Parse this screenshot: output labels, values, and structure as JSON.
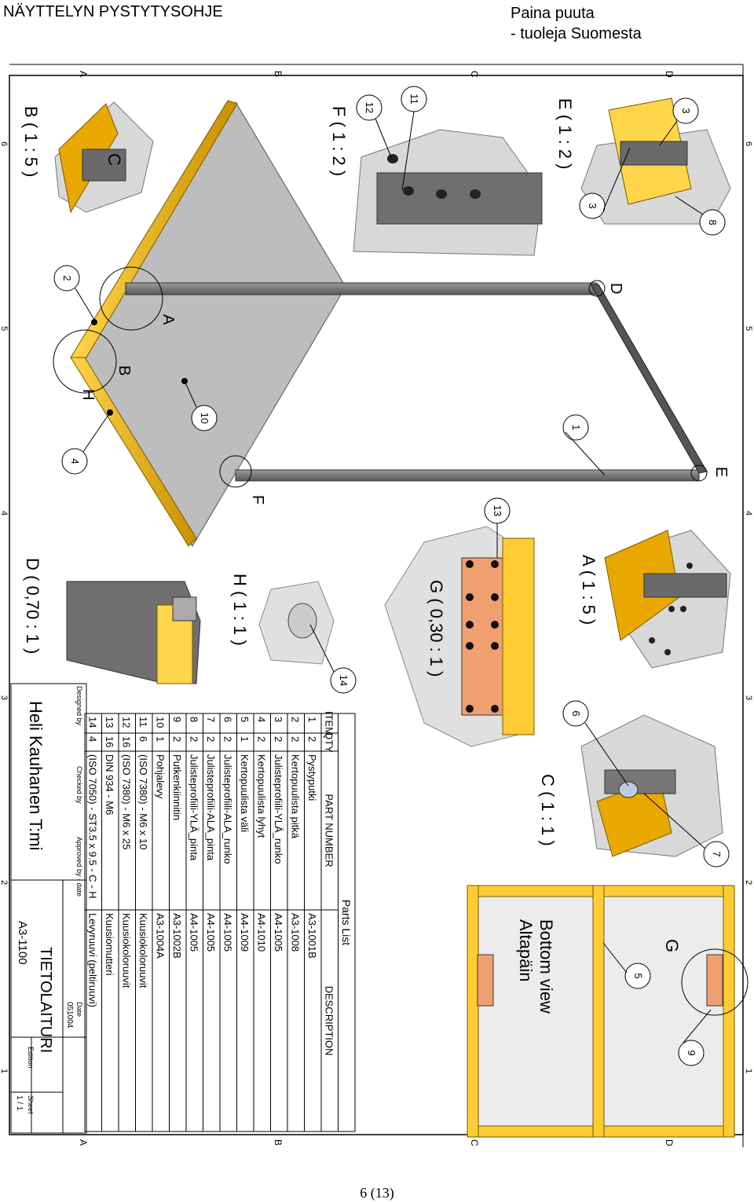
{
  "header": {
    "title": "NÄYTTELYN PYSTYTYSOHJE",
    "company_line1": "Paina puuta",
    "company_line2": "- tuoleja Suomesta"
  },
  "footer": {
    "page": "6 (13)"
  },
  "sheet": {
    "zone_letters": [
      "A",
      "B",
      "C",
      "D"
    ],
    "zone_numbers": [
      "6",
      "5",
      "4",
      "3",
      "2",
      "1"
    ],
    "views": {
      "e": "E ( 1 : 2 )",
      "f": "F ( 1 : 2 )",
      "b": "B ( 1 : 5 )",
      "a": "A ( 1 : 5 )",
      "g": "G ( 0,30 : 1 )",
      "h": "H ( 1 : 1 )",
      "d": "D ( 0,70 : 1 )",
      "c": "C ( 1 : 1 )",
      "bottom_fi": "Altapäin",
      "bottom_en": "Bottom view"
    },
    "markers": {
      "a": "A",
      "b": "B",
      "c": "C",
      "d": "D",
      "e": "E",
      "f": "F",
      "g": "G",
      "h": "H"
    },
    "balloons": {
      "b1": "1",
      "b2": "2",
      "b3a": "3",
      "b3b": "3",
      "b4": "4",
      "b5": "5",
      "b6": "6",
      "b7": "7",
      "b8": "8",
      "b9": "9",
      "b10": "10",
      "b11": "11",
      "b12": "12",
      "b13": "13",
      "b14": "14"
    },
    "parts_list": {
      "title": "Parts List",
      "headers": [
        "ITEM",
        "QTY",
        "PART NUMBER",
        "DESCRIPTION"
      ],
      "rows": [
        [
          "1",
          "2",
          "Pystyputki",
          "A3-1001B"
        ],
        [
          "2",
          "2",
          "Kertopuulista pitkä",
          "A3-1008"
        ],
        [
          "3",
          "2",
          "Julisteprofiili-YLÄ_runko",
          "A4-1005"
        ],
        [
          "4",
          "2",
          "Kertopuulista lyhyt",
          "A4-1010"
        ],
        [
          "5",
          "1",
          "Kertopuulista väli",
          "A4-1009"
        ],
        [
          "6",
          "2",
          "Julisteprofiili-ALA_runko",
          "A4-1005"
        ],
        [
          "7",
          "2",
          "Julisteprofiili-ALA_pinta",
          "A4-1005"
        ],
        [
          "8",
          "2",
          "Julisteprofiili-YLÄ_pinta",
          "A4-1005"
        ],
        [
          "9",
          "2",
          "Putkenkiinnitin",
          "A3-1002B"
        ],
        [
          "10",
          "1",
          "Pohjalevy",
          "A3-1004A"
        ],
        [
          "11",
          "6",
          "(ISO 7380) - M6 x 10",
          "Kuusiokoloruuvit"
        ],
        [
          "12",
          "16",
          "(ISO 7380) - M6 x 25",
          "Kuusiokoloruuvit"
        ],
        [
          "13",
          "16",
          "DIN 934 - M6",
          "Kuusiomutteri"
        ],
        [
          "14",
          "4",
          "(ISO 7050) - ST3.5 x 9.5 - C - H",
          "Levyruuvi (peltiruuvi)"
        ]
      ]
    },
    "title_block": {
      "designed_by_label": "Designed by",
      "checked_by_label": "Checked by",
      "approved_label": "Approved by - date",
      "date_label": "Date",
      "date_value": "051004",
      "designer": "Heli Kauhanen T:mi",
      "drawing_title": "TIETOLAITURI",
      "drawing_number": "A3-1100",
      "edition_label": "Edition",
      "sheet_label": "Sheet",
      "sheet_value": "1 / 1"
    }
  },
  "colors": {
    "wood": "#f0b400",
    "wood_dark": "#b98200",
    "steel": "#7a7a7a",
    "steel_dark": "#4a4a4a",
    "plate": "#c8c8c8",
    "detail_bg": "#dcdcdc",
    "copper": "#f0a070"
  }
}
